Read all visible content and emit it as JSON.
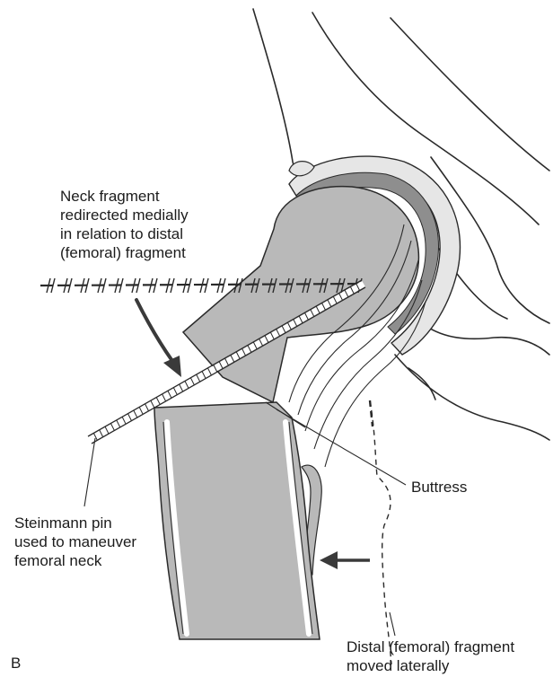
{
  "figure": {
    "panel_letter": "B",
    "labels": {
      "neck_fragment": [
        "Neck fragment",
        "redirected medially",
        "in relation to distal",
        "(femoral) fragment"
      ],
      "steinmann_pin": [
        "Steinmann pin",
        "used to maneuver",
        "femoral neck"
      ],
      "buttress": "Buttress",
      "distal_fragment": [
        "Distal (femoral) fragment",
        "moved laterally"
      ]
    }
  },
  "colors": {
    "bone_fill": "#b9b9b9",
    "bone_dark": "#8e8e8e",
    "acetabulum_fill": "#e6e6e6",
    "line": "#2a2a2a",
    "background": "#ffffff"
  }
}
